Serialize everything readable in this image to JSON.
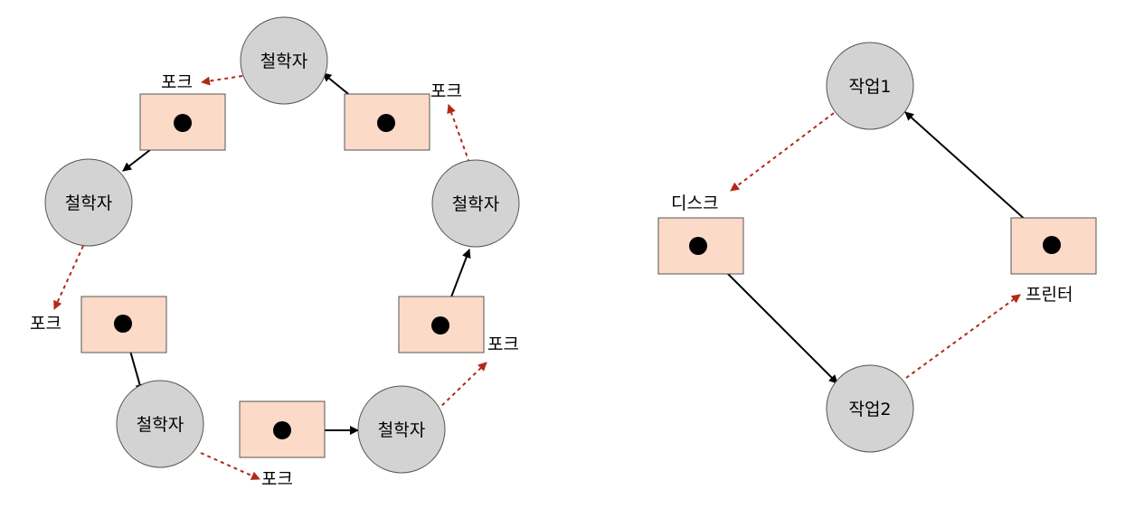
{
  "colors": {
    "node_fill": "#d3d3d3",
    "node_stroke": "#555555",
    "resource_fill": "#fcdac8",
    "resource_stroke": "#555555",
    "dot": "#000000",
    "assignment_edge": "#000000",
    "request_edge": "#b22a17"
  },
  "dining_philosophers": {
    "philosophers": [
      {
        "id": "p_top",
        "label": "철학자"
      },
      {
        "id": "p_left",
        "label": "철학자"
      },
      {
        "id": "p_bottom_left",
        "label": "철학자"
      },
      {
        "id": "p_bottom_right",
        "label": "철학자"
      },
      {
        "id": "p_right",
        "label": "철학자"
      }
    ],
    "forks": [
      {
        "id": "f_top_left",
        "label": "포크"
      },
      {
        "id": "f_top_right",
        "label": "포크"
      },
      {
        "id": "f_left",
        "label": "포크"
      },
      {
        "id": "f_bottom",
        "label": "포크"
      },
      {
        "id": "f_right",
        "label": "포크"
      }
    ]
  },
  "deadlock_example": {
    "tasks": [
      {
        "id": "task1",
        "label": "작업1"
      },
      {
        "id": "task2",
        "label": "작업2"
      }
    ],
    "resources": [
      {
        "id": "disk",
        "label": "디스크"
      },
      {
        "id": "printer",
        "label": "프린터"
      }
    ]
  }
}
